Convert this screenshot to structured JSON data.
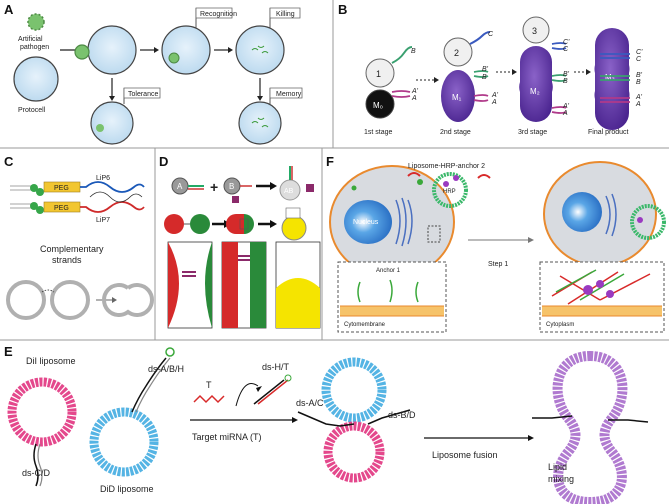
{
  "panels": {
    "A": {
      "letter": "A",
      "artificial_pathogen_line1": "Artificial",
      "artificial_pathogen_line2": "pathogen",
      "protocell": "Protocell",
      "recognition": "Recognition",
      "killing": "Killing",
      "tolerance": "Tolerance",
      "memory": "Memory"
    },
    "B": {
      "letter": "B",
      "cell1_num": "1",
      "cell2_num": "2",
      "cell3_num": "3",
      "m0": "M₀",
      "m1": "M₁",
      "m2": "M₂",
      "m3": "M₃",
      "strand_B": "B",
      "strand_A": "A",
      "strand_Ap": "A'",
      "strand_C": "C",
      "strand_Bp": "B'",
      "strand_Cp": "C'",
      "stage1": "1st stage",
      "stage2": "2nd stage",
      "stage3": "3rd stage",
      "final": "Final product"
    },
    "C": {
      "letter": "C",
      "lip6": "LiP6",
      "lip7": "LiP7",
      "peg": "PEG",
      "complementary_line1": "Complementary",
      "complementary_line2": "strands"
    },
    "D": {
      "letter": "D",
      "a": "A",
      "b": "B",
      "ab": "AB",
      "plus": "+"
    },
    "F": {
      "letter": "F",
      "liposome_hrp": "Liposome-HRP-anchor 2",
      "hrp": "HRP",
      "nucleus": "Nucleus",
      "anchor1": "Anchor 1",
      "cytomembrane": "Cytomembrane",
      "step1": "Step 1",
      "cytoplasm": "Cytoplasm"
    },
    "E": {
      "letter": "E",
      "dil": "DiI liposome",
      "did": "DiD liposome",
      "ds_abh": "ds-A/B/H",
      "ds_cd": "ds-C/D",
      "t": "T",
      "ds_ht": "ds-H/T",
      "target": "Target miRNA (T)",
      "ds_ac": "ds-A/C",
      "ds_bd": "ds-B/D",
      "fusion": "Liposome fusion",
      "lipid_line1": "Lipid",
      "lipid_line2": "mixing"
    }
  },
  "colors": {
    "cell_fill": "#cce4f4",
    "cell_stroke": "#555555",
    "purple": "#6a3fa8",
    "pink": "#e4488c",
    "blue_lipo": "#55b4e4",
    "violet_lipo": "#b07ad0",
    "green": "#2e9a3a",
    "red": "#d8332a",
    "yellow": "#f5e400"
  }
}
